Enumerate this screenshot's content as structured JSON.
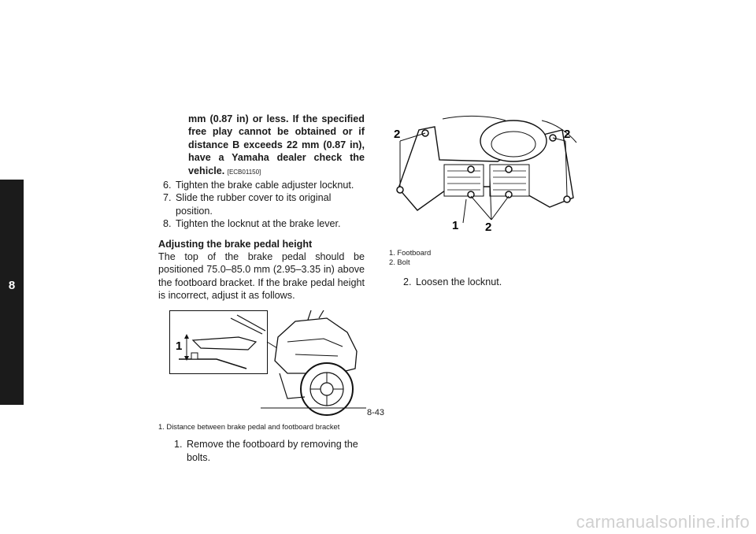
{
  "chapter": {
    "number": "8"
  },
  "left_column": {
    "warning_text": "mm (0.87 in) or less. If the specified free play cannot be obtained or if distance B exceeds 22 mm (0.87 in), have a Yamaha dealer check the vehicle.",
    "warning_code": "[ECB01150]",
    "steps": [
      {
        "num": "6.",
        "text": "Tighten the brake cable adjuster locknut."
      },
      {
        "num": "7.",
        "text": "Slide the rubber cover to its original position."
      },
      {
        "num": "8.",
        "text": "Tighten the locknut at the brake lever."
      }
    ],
    "heading": "Adjusting the brake pedal height",
    "paragraph": "The top of the brake pedal should be positioned 75.0–85.0 mm (2.95–3.35 in) above the footboard bracket. If the brake pedal height is incorrect, adjust it as follows.",
    "figure": {
      "callout": "1"
    },
    "caption": "1.  Distance between brake pedal and footboard bracket",
    "step_after": {
      "num": "1.",
      "text": "Remove the footboard by removing the bolts."
    }
  },
  "right_column": {
    "figure": {
      "callouts": [
        "2",
        "2",
        "1",
        "2"
      ]
    },
    "captions": [
      "1.  Footboard",
      "2.  Bolt"
    ],
    "step": {
      "num": "2.",
      "text": "Loosen the locknut."
    }
  },
  "footer": {
    "page_number": "8-43"
  },
  "watermark": "carmanualsonline.info"
}
